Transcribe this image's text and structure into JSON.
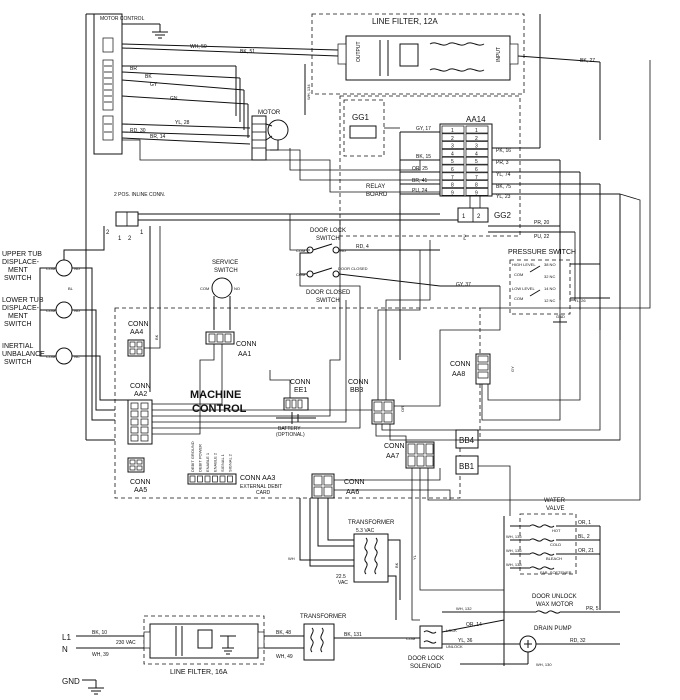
{
  "labels": {
    "motor_control": "MOTOR CONTROL",
    "line_filter_12a": "LINE FILTER, 12A",
    "motor": "MOTOR",
    "gg1": "GG1",
    "aa14": "AA14",
    "relay_board": "RELAY BOARD",
    "gg2": "GG2",
    "pos_inline_conn": "2 POS. INLINE CONN.",
    "door_lock_switch": "DOOR LOCK SWITCH",
    "door_closed_switch": "DOOR CLOSED SWITCH",
    "door_closed": "DOOR CLOSED",
    "pressure_switch": "PRESSURE SWITCH",
    "high_level": "HIGH LEVEL",
    "low_level": "LOW LEVEL",
    "upper_tub": "UPPER TUB DISPLACE- MENT SWITCH",
    "lower_tub": "LOWER TUB DISPLACE- MENT SWITCH",
    "inertial": "INERTIAL UNBALANCE SWITCH",
    "service_switch": "SERVICE SWITCH",
    "conn_aa1": "CONN AA1",
    "conn_aa4": "CONN AA4",
    "conn_aa2": "CONN AA2",
    "conn_aa5": "CONN AA5",
    "conn_aa3": "CONN AA3",
    "external_debit": "EXTERNAL DEBIT CARD",
    "machine_control": "MACHINE CONTROL",
    "conn_ee1": "CONN EE1",
    "battery": "BATTERY (OPTIONAL)",
    "conn_bb3": "CONN BB3",
    "conn_aa8": "CONN AA8",
    "conn_aa7": "CONN AA7",
    "bb4": "BB4",
    "bb1": "BB1",
    "conn_aa6": "CONN AA6",
    "transformer": "TRANSFORMER",
    "vac_53": "5.3 VAC",
    "vac_225": "22.5 VAC",
    "water_valve": "WATER VALVE",
    "hot": "HOT",
    "cold": "COLD",
    "bleach": "BLEACH",
    "fab_softener": "FAB. SOFTENER",
    "door_unlock_wax": "DOOR UNLOCK WAX MOTOR",
    "drain_pump": "DRAIN PUMP",
    "line_filter_16a": "LINE FILTER, 16A",
    "door_lock_solenoid": "DOOR LOCK SOLENOID",
    "lock": "LOCK",
    "unlock": "UNLOCK",
    "com": "COM",
    "no": "NO",
    "nc": "NC",
    "l1": "L1",
    "n": "N",
    "gnd": "GND",
    "v230": "230 VAC",
    "output": "OUTPUT",
    "input": "INPUT",
    "debit_pins": [
      "DEBIT GROUND",
      "DEBIT POWER",
      "ENABLE 1",
      "ENABLE 2",
      "SIGNAL 1",
      "SIGNAL 2"
    ]
  },
  "wires": {
    "w1": "WH, 50",
    "w2": "BK, 51",
    "w3": "BR",
    "w4": "BK",
    "w5": "GY",
    "w6": "GN",
    "w7": "YL, 28",
    "w8": "RD, 30",
    "w9": "BR, 14",
    "w10": "BK, 27",
    "w11": "WH, 134",
    "w12": "GY, 17",
    "w13": "PK, 16",
    "w14": "BK, 15",
    "w15": "PR, 3",
    "w16": "OR, 25",
    "w17": "YL, 74",
    "w18": "BR, 41",
    "w19": "BK, 75",
    "w20": "PU, 24",
    "w21": "YL, 23",
    "w22": "PR, 20",
    "w23": "PU, 22",
    "w24": "RD, 4",
    "w25": "GY, 37",
    "w26": "WH, 135",
    "w27": "OR, 1",
    "w28": "WH, 136",
    "w29": "BL, 2",
    "w30": "OR, 21",
    "w31": "WH, 132",
    "w32": "WH, 138",
    "w33": "PR, 5",
    "w34": "OR, 14",
    "w35": "YL, 36",
    "w36": "BK, 131",
    "w37": "RD, 32",
    "w38": "WH, 130",
    "w39": "BK, 48",
    "w40": "WH, 49",
    "w41": "BK, 10",
    "w42": "WH, 39",
    "w43": "YL, 26"
  },
  "relay_rows": [
    "1",
    "2",
    "3",
    "4",
    "5",
    "6",
    "7",
    "8",
    "9"
  ]
}
